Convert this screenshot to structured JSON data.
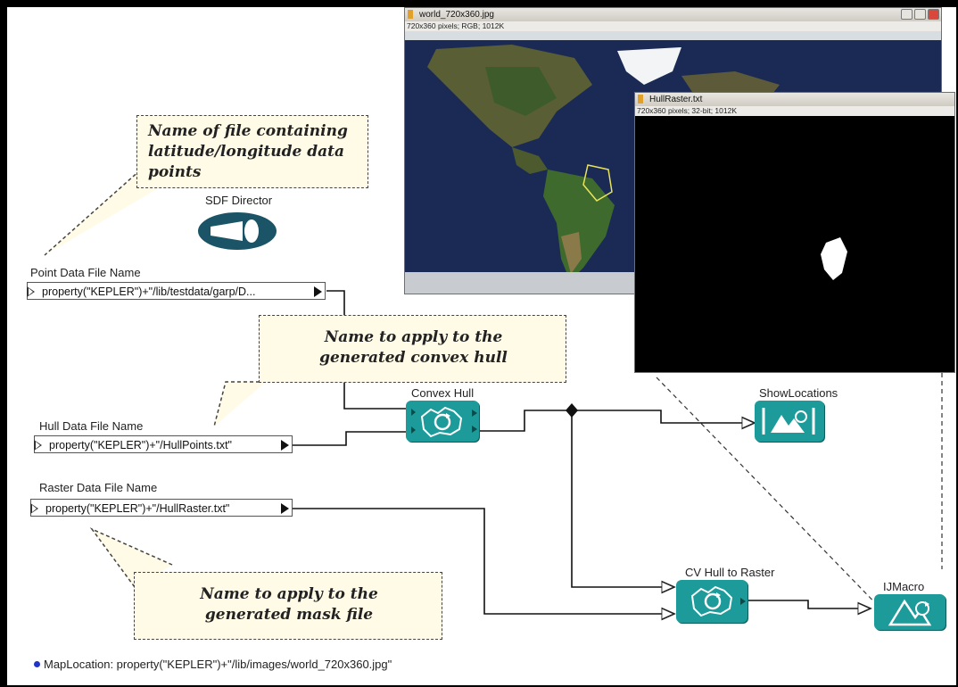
{
  "director": {
    "label": "SDF Director"
  },
  "parameters": [
    {
      "id": "point",
      "label": "Point Data File Name",
      "value": "property(\"KEPLER\")+\"/lib/testdata/garp/D..."
    },
    {
      "id": "hull",
      "label": "Hull Data File Name",
      "value": "property(\"KEPLER\")+\"/HullPoints.txt\""
    },
    {
      "id": "raster",
      "label": "Raster Data File Name",
      "value": "property(\"KEPLER\")+\"/HullRaster.txt\""
    }
  ],
  "callouts": {
    "file": [
      "Name of file containing",
      "latitude/longitude data",
      "points"
    ],
    "hull": [
      "Name to apply to the",
      "generated convex hull"
    ],
    "mask": [
      "Name to apply to the",
      "generated mask file"
    ]
  },
  "actors": {
    "convex_hull": "Convex Hull",
    "show_locations": "ShowLocations",
    "cv_hull_to_raster": "CV Hull to Raster",
    "ijmacro": "IJMacro"
  },
  "map_location": "MapLocation: property(\"KEPLER\")+\"/lib/images/world_720x360.jpg\"",
  "windows": {
    "world": {
      "title": "world_720x360.jpg",
      "info": "720x360 pixels; RGB; 1012K"
    },
    "hull_raster": {
      "title": "HullRaster.txt",
      "info": "720x360 pixels; 32-bit; 1012K"
    }
  },
  "colors": {
    "actor": "#1d9a9a",
    "callout_bg": "#fffbe6",
    "ocean": "#1b2a55",
    "raster_bg": "#000000"
  }
}
